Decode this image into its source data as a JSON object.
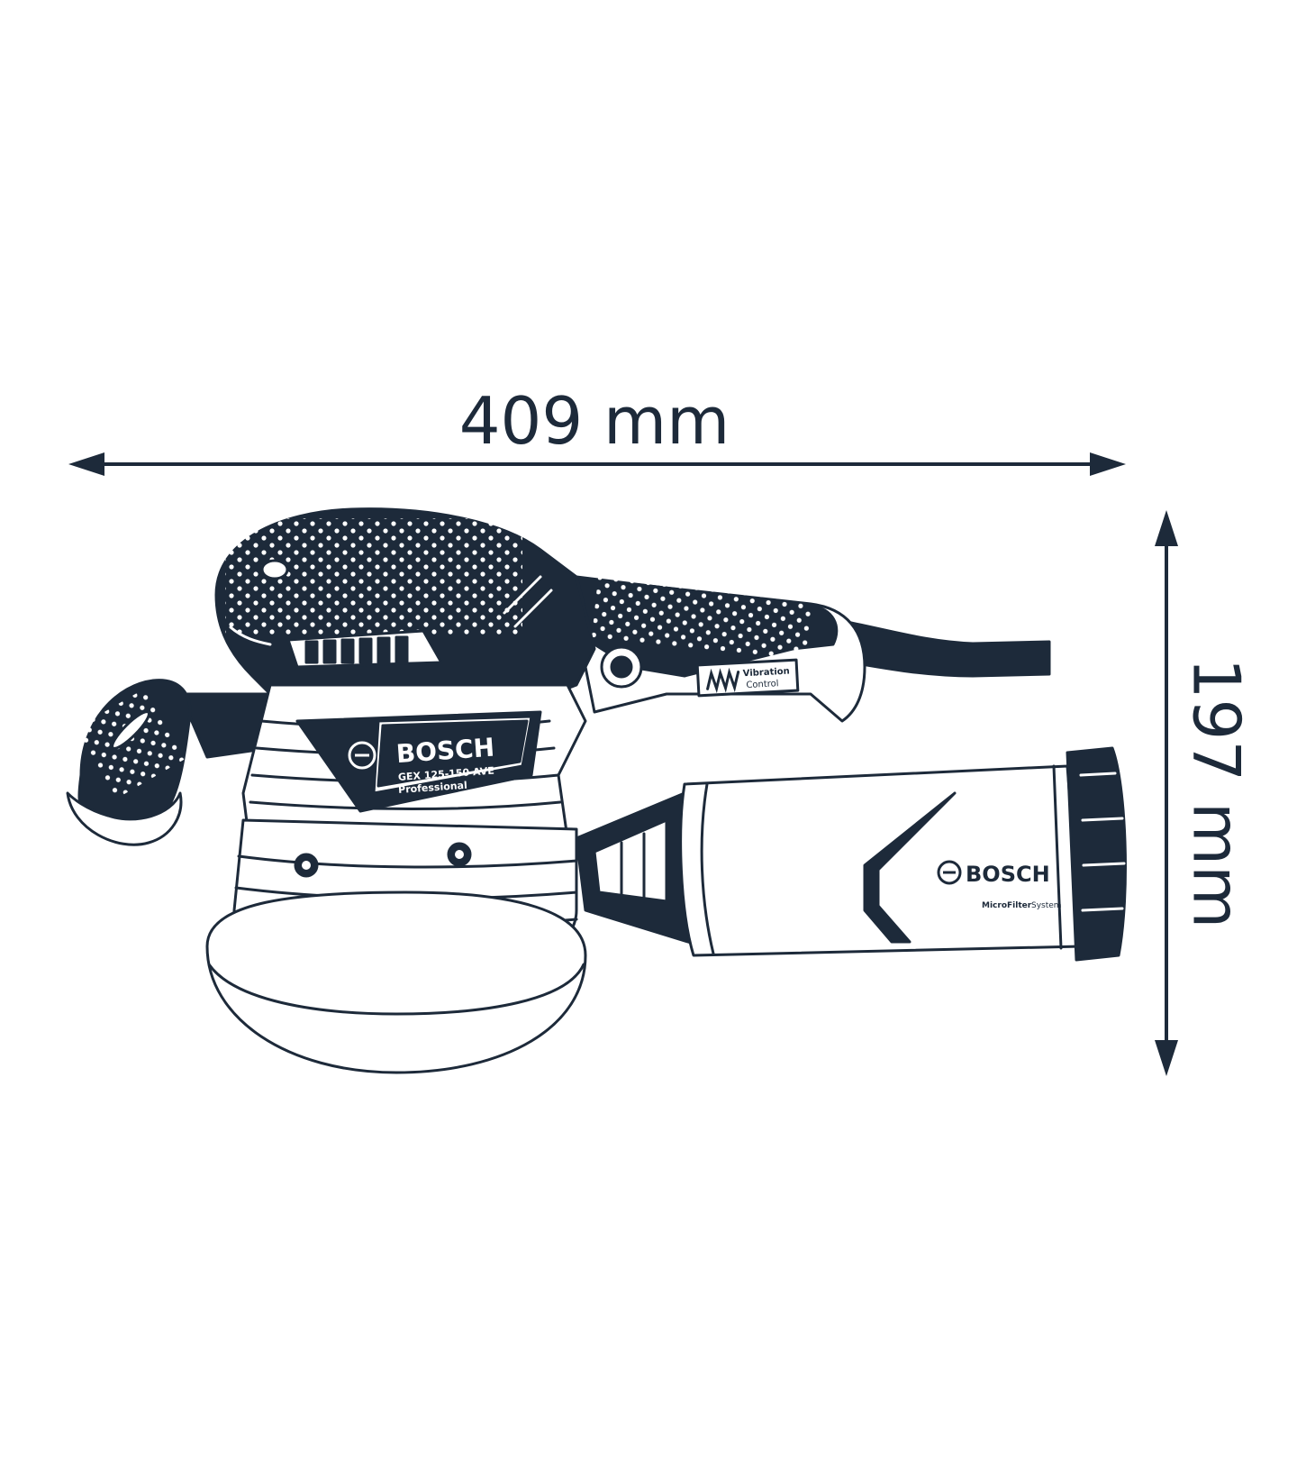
{
  "dimensions": {
    "length": {
      "value": 409,
      "unit": "mm",
      "label": "409 mm"
    },
    "height": {
      "value": 197,
      "unit": "mm",
      "label": "197 mm"
    }
  },
  "product": {
    "brand": "BOSCH",
    "model": "GEX 125-150 AVE",
    "line": "Professional",
    "vibration_badge_line1": "Vibration",
    "vibration_badge_line2": "Control",
    "dust_box_brand": "BOSCH",
    "dust_box_label_bold": "MicroFilter",
    "dust_box_label_regular": "System"
  },
  "colors": {
    "ink": "#1d2a3a",
    "background": "#ffffff"
  }
}
